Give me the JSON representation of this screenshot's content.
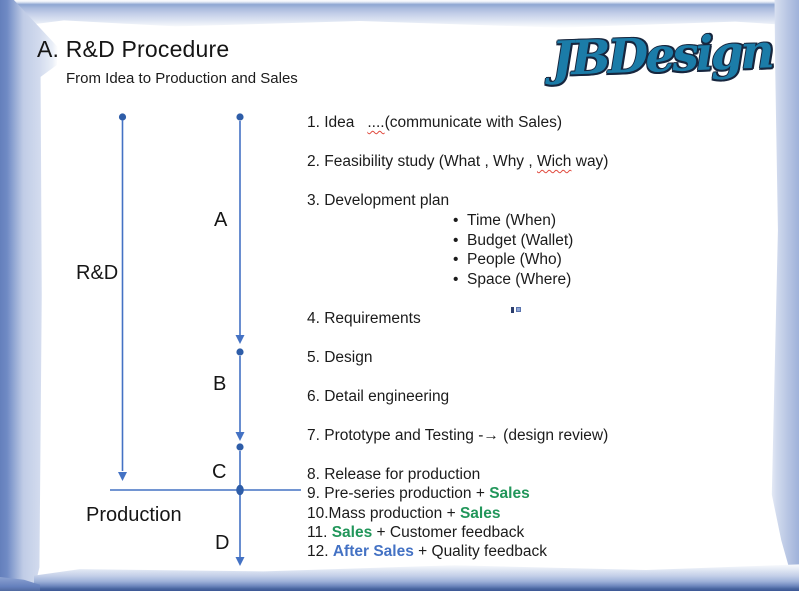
{
  "page": {
    "title": "A. R&D Procedure",
    "subtitle": "From Idea to Production and Sales",
    "logo_text": "JBDesign"
  },
  "diagram": {
    "phase_labels": {
      "a": "A",
      "b": "B",
      "c": "C",
      "d": "D"
    },
    "side_labels": {
      "rnd": "R&D",
      "production": "Production"
    }
  },
  "list": {
    "bullet_char": "•",
    "rows": [
      {
        "type": "step",
        "gap": "wide",
        "runs": [
          {
            "t": "1. Idea   "
          },
          {
            "t": "....",
            "mark": "misspelled"
          },
          {
            "t": "(communicate with Sales)"
          }
        ]
      },
      {
        "type": "step",
        "gap": "wide",
        "runs": [
          {
            "t": "2. Feasibility study (What , Why , "
          },
          {
            "t": "Wich",
            "mark": "misspelled"
          },
          {
            "t": " way)"
          }
        ]
      },
      {
        "type": "step",
        "gap": "before-bullets",
        "runs": [
          {
            "t": "3. Development plan"
          }
        ]
      },
      {
        "type": "bullet",
        "runs": [
          {
            "t": "Time (When)"
          }
        ]
      },
      {
        "type": "bullet",
        "runs": [
          {
            "t": "Budget (Wallet)"
          }
        ]
      },
      {
        "type": "bullet",
        "runs": [
          {
            "t": "People (Who)"
          }
        ]
      },
      {
        "type": "bullet",
        "gap": "after-bullets",
        "runs": [
          {
            "t": "Space (Where)"
          }
        ]
      },
      {
        "type": "step",
        "gap": "wide",
        "runs": [
          {
            "t": "4. Requirements"
          }
        ]
      },
      {
        "type": "step",
        "gap": "wide",
        "runs": [
          {
            "t": "5. Design"
          }
        ]
      },
      {
        "type": "step",
        "gap": "wide",
        "runs": [
          {
            "t": "6. Detail engineering"
          }
        ]
      },
      {
        "type": "step",
        "gap": "wide",
        "runs": [
          {
            "t": "7. Prototype and Testing -→ (design review)"
          }
        ]
      },
      {
        "type": "step",
        "gap": "tight",
        "runs": [
          {
            "t": "8. Release for production"
          }
        ]
      },
      {
        "type": "step",
        "gap": "tight",
        "runs": [
          {
            "t": "9. Pre-series production + "
          },
          {
            "t": "Sales",
            "color": "green"
          }
        ]
      },
      {
        "type": "step",
        "gap": "tight",
        "runs": [
          {
            "t": "10.Mass production + "
          },
          {
            "t": "Sales",
            "color": "green"
          }
        ]
      },
      {
        "type": "step",
        "gap": "tight",
        "runs": [
          {
            "t": "11. "
          },
          {
            "t": "Sales",
            "color": "green"
          },
          {
            "t": " + Customer feedback"
          }
        ]
      },
      {
        "type": "step",
        "runs": [
          {
            "t": "12. "
          },
          {
            "t": "After Sales",
            "color": "blue"
          },
          {
            "t": " + Quality feedback"
          }
        ]
      }
    ]
  },
  "colors": {
    "accent_line": "#4472c4",
    "dot": "#2e5da8",
    "sales_green": "#21965a",
    "after_sales_blue": "#4472c4",
    "logo_teal": "#1b7ca8",
    "misspell_red": "#e0483c",
    "text": "#1b1b1b"
  }
}
